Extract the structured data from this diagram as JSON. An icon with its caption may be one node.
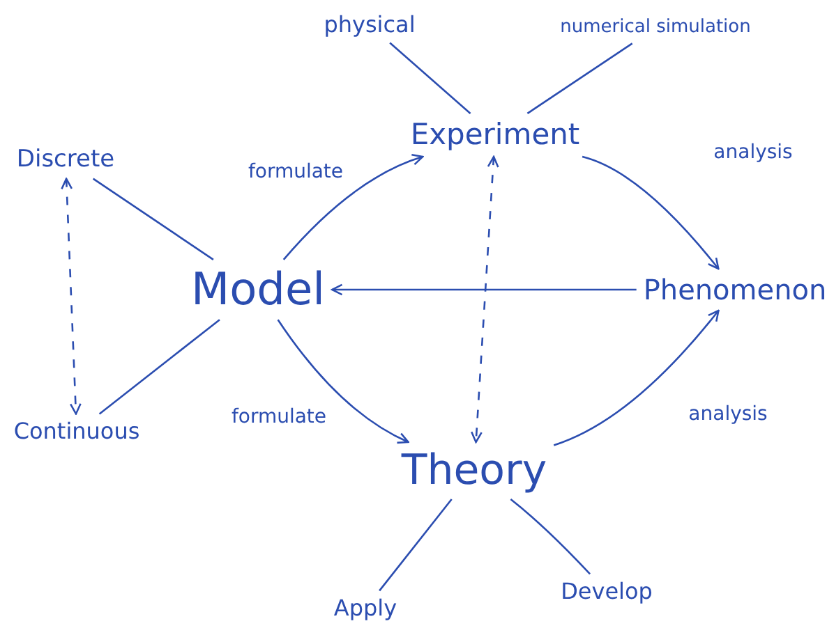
{
  "diagram": {
    "nodes": [
      {
        "text": [
          "physical"
        ]
      },
      {
        "text": [
          "numerical simulation"
        ]
      },
      {
        "text": [
          "Discrete"
        ]
      },
      {
        "text": [
          "Experiment"
        ]
      },
      {
        "text": [
          "Model"
        ]
      },
      {
        "text": [
          "Phenomenon"
        ]
      },
      {
        "text": [
          "Continuous"
        ]
      },
      {
        "text": [
          "Theory"
        ]
      },
      {
        "text": [
          "Apply"
        ]
      },
      {
        "text": [
          "Develop"
        ]
      }
    ],
    "edges": [
      {
        "from": 4,
        "to": 3,
        "arrow": "to",
        "label": "formulate"
      },
      {
        "from": 3,
        "to": 5,
        "arrow": "to",
        "label": "analysis"
      },
      {
        "from": 5,
        "to": 4,
        "arrow": "to"
      },
      {
        "from": 4,
        "to": 7,
        "arrow": "to",
        "label": "formulate"
      },
      {
        "from": 7,
        "to": 5,
        "arrow": "to",
        "label": "analysis"
      },
      {
        "from": 3,
        "to": 7,
        "arrow": "both",
        "style": "dashed"
      },
      {
        "from": 2,
        "to": 6,
        "arrow": "both",
        "style": "dashed"
      },
      {
        "from": 2,
        "to": 4,
        "arrow": "none"
      },
      {
        "from": 6,
        "to": 4,
        "arrow": "none"
      },
      {
        "from": 0,
        "to": 3,
        "arrow": "none"
      },
      {
        "from": 1,
        "to": 3,
        "arrow": "none"
      },
      {
        "from": 8,
        "to": 7,
        "arrow": "none"
      },
      {
        "from": 9,
        "to": 7,
        "arrow": "none"
      }
    ]
  }
}
